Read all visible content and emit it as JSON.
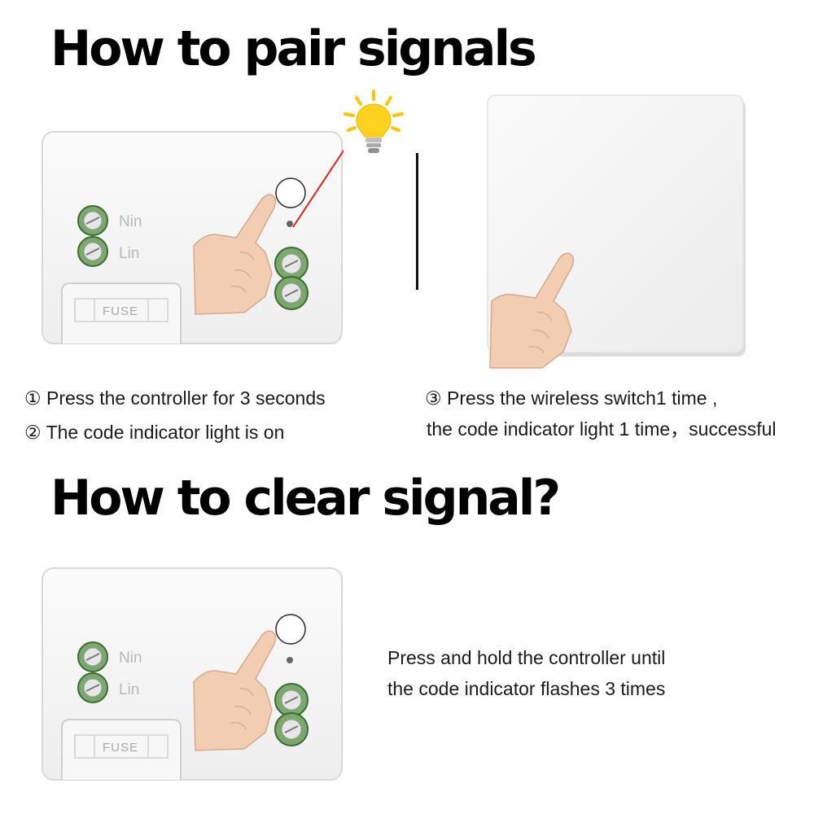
{
  "pair_section": {
    "title": "How to pair signals",
    "steps": [
      "① Press the controller for 3 seconds",
      "② The code indicator light is on",
      "③ Press the wireless switch1 time ,",
      "the code indicator light 1 time，successful"
    ]
  },
  "clear_section": {
    "title": "How to clear signal?",
    "description": [
      "Press and hold the controller until",
      "the code indicator flashes 3 times"
    ]
  },
  "controller": {
    "terminal_labels": [
      "Nin",
      "Lin"
    ],
    "fuse_label": "FUSE"
  },
  "icons": {
    "bulb": "lightbulb-icon",
    "hand": "pointing-hand-icon"
  },
  "colors": {
    "terminal_green": "#79a96b",
    "indicator_line": "#e02020",
    "bulb_yellow": "#ffd21f"
  }
}
